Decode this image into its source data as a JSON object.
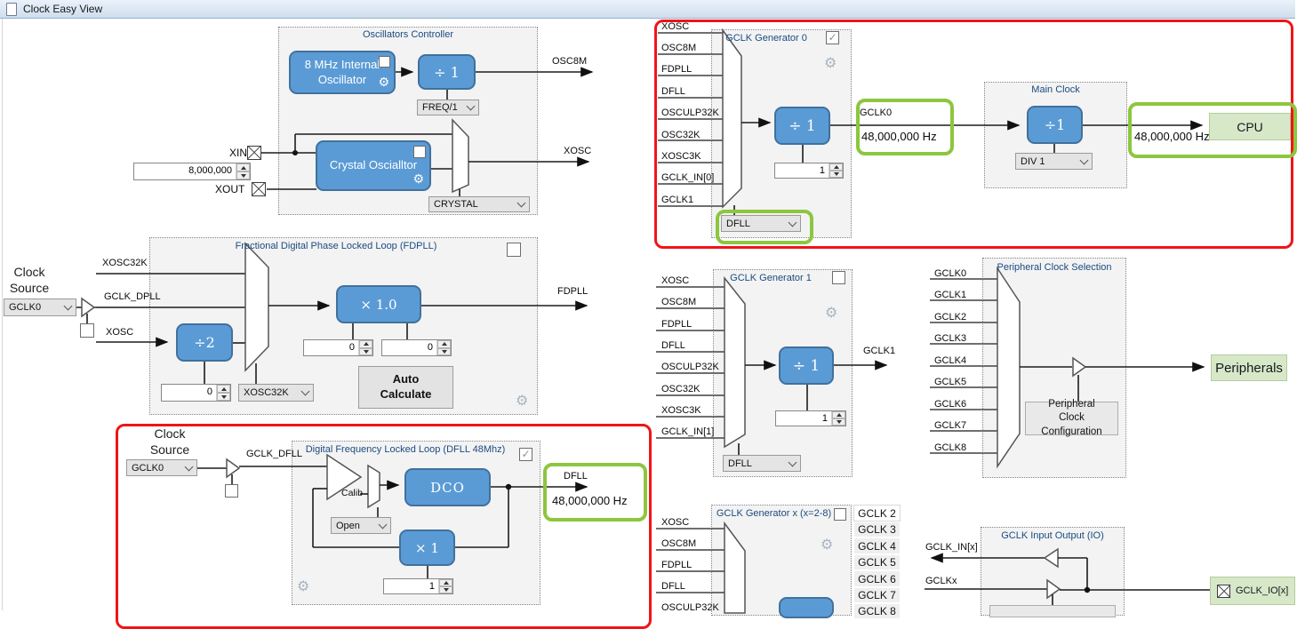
{
  "window": {
    "title": "Clock Easy View"
  },
  "icons": {
    "gear": "⚙",
    "check": "✓"
  },
  "oscillators": {
    "title": "Oscillators Controller",
    "internal_osc_label": "8 MHz Internal Oscillator",
    "divider_label": "÷ 1",
    "freq_select_value": "FREQ/1",
    "crystal_label": "Crystal Oscialltor",
    "crystal_select_value": "CRYSTAL",
    "xin_label": "XIN",
    "xout_label": "XOUT",
    "xin_frequency": "8,000,000",
    "osc8m_out_label": "OSC8M",
    "xosc_out_label": "XOSC"
  },
  "gclk_gen0": {
    "title": "GCLK Generator 0",
    "inputs": [
      "XOSC",
      "OSC8M",
      "FDPLL",
      "DFLL",
      "OSCULP32K",
      "OSC32K",
      "XOSC3K",
      "GCLK_IN[0]",
      "GCLK1"
    ],
    "divider_label": "÷ 1",
    "divider_value": "1",
    "source_select_value": "DFLL",
    "output_label": "GCLK0",
    "output_frequency": "48,000,000 Hz"
  },
  "main_clock": {
    "title": "Main Clock",
    "divider_label": "÷1",
    "div_select_value": "DIV 1",
    "output_frequency": "48,000,000 Hz",
    "cpu_label": "CPU"
  },
  "fdpll": {
    "title": "Fractional Digital Phase Locked Loop (FDPLL)",
    "clock_source_label": "Clock Source",
    "clock_source_value": "GCLK0",
    "input_xosc32k": "XOSC32K",
    "input_gclk_dpll": "GCLK_DPLL",
    "input_xosc": "XOSC",
    "divider_label": "÷2",
    "divider_value": "0",
    "multiplier_label": "× 1.0",
    "int_value": "0",
    "frac_value": "0",
    "ref_select_value": "XOSC32K",
    "auto_calculate_label": "Auto Calculate",
    "output_label": "FDPLL"
  },
  "dfll": {
    "title": "Digital Frequency Locked Loop (DFLL 48Mhz)",
    "clock_source_label": "Clock Source",
    "clock_source_value": "GCLK0",
    "input_label": "GCLK_DFLL",
    "calib_label": "Calib",
    "calib_select_value": "Open",
    "dco_label": "DCO",
    "multiplier_label": "× 1",
    "multiplier_value": "1",
    "output_label": "DFLL",
    "output_frequency": "48,000,000 Hz"
  },
  "gclk_gen1": {
    "title": "GCLK Generator 1",
    "inputs": [
      "XOSC",
      "OSC8M",
      "FDPLL",
      "DFLL",
      "OSCULP32K",
      "OSC32K",
      "XOSC3K",
      "GCLK_IN[1]"
    ],
    "divider_label": "÷ 1",
    "divider_value": "1",
    "source_select_value": "DFLL",
    "output_label": "GCLK1"
  },
  "peripheral": {
    "title": "Peripheral Clock Selection",
    "inputs": [
      "GCLK0",
      "GCLK1",
      "GCLK2",
      "GCLK3",
      "GCLK4",
      "GCLK5",
      "GCLK6",
      "GCLK7",
      "GCLK8"
    ],
    "config_label": "Peripheral Clock Configuration",
    "output_label": "Peripherals"
  },
  "gclk_genx": {
    "title": "GCLK Generator x (x=2-8)",
    "inputs": [
      "XOSC",
      "OSC8M",
      "FDPLL",
      "DFLL",
      "OSCULP32K"
    ],
    "tabs": [
      "GCLK 2",
      "GCLK 3",
      "GCLK 4",
      "GCLK 5",
      "GCLK 6",
      "GCLK 7",
      "GCLK 8"
    ],
    "selected_tab": "GCLK 2"
  },
  "gclk_io": {
    "title": "GCLK Input Output (IO)",
    "gclk_in_label": "GCLK_IN[x]",
    "gclkx_label": "GCLKx",
    "gclk_io_label": "GCLK_IO[x]"
  }
}
